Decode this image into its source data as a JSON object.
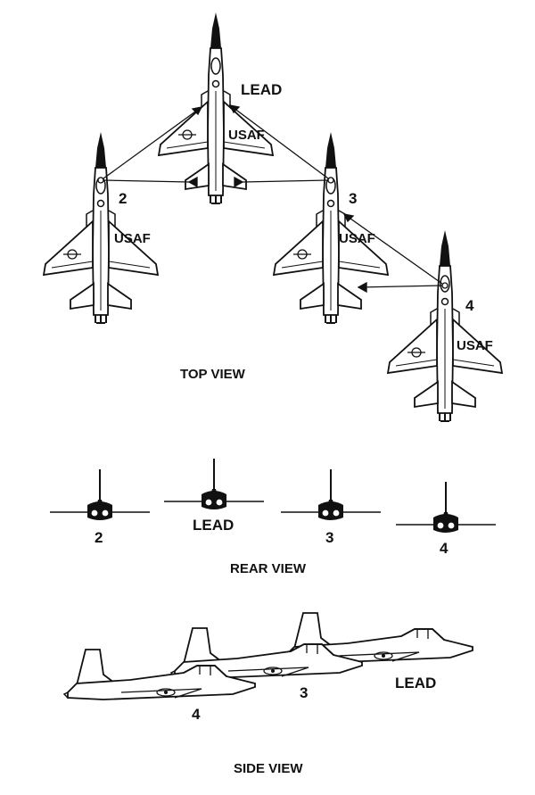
{
  "top_view": {
    "caption": "TOP VIEW",
    "lead_label": "LEAD",
    "pos2_label": "2",
    "pos3_label": "3",
    "pos4_label": "4",
    "insignia": "USAF"
  },
  "rear_view": {
    "caption": "REAR VIEW",
    "pos2_label": "2",
    "lead_label": "LEAD",
    "pos3_label": "3",
    "pos4_label": "4"
  },
  "side_view": {
    "caption": "SIDE VIEW",
    "pos4_label": "4",
    "pos3_label": "3",
    "lead_label": "LEAD"
  },
  "colors": {
    "ink": "#111111",
    "background": "#ffffff"
  }
}
